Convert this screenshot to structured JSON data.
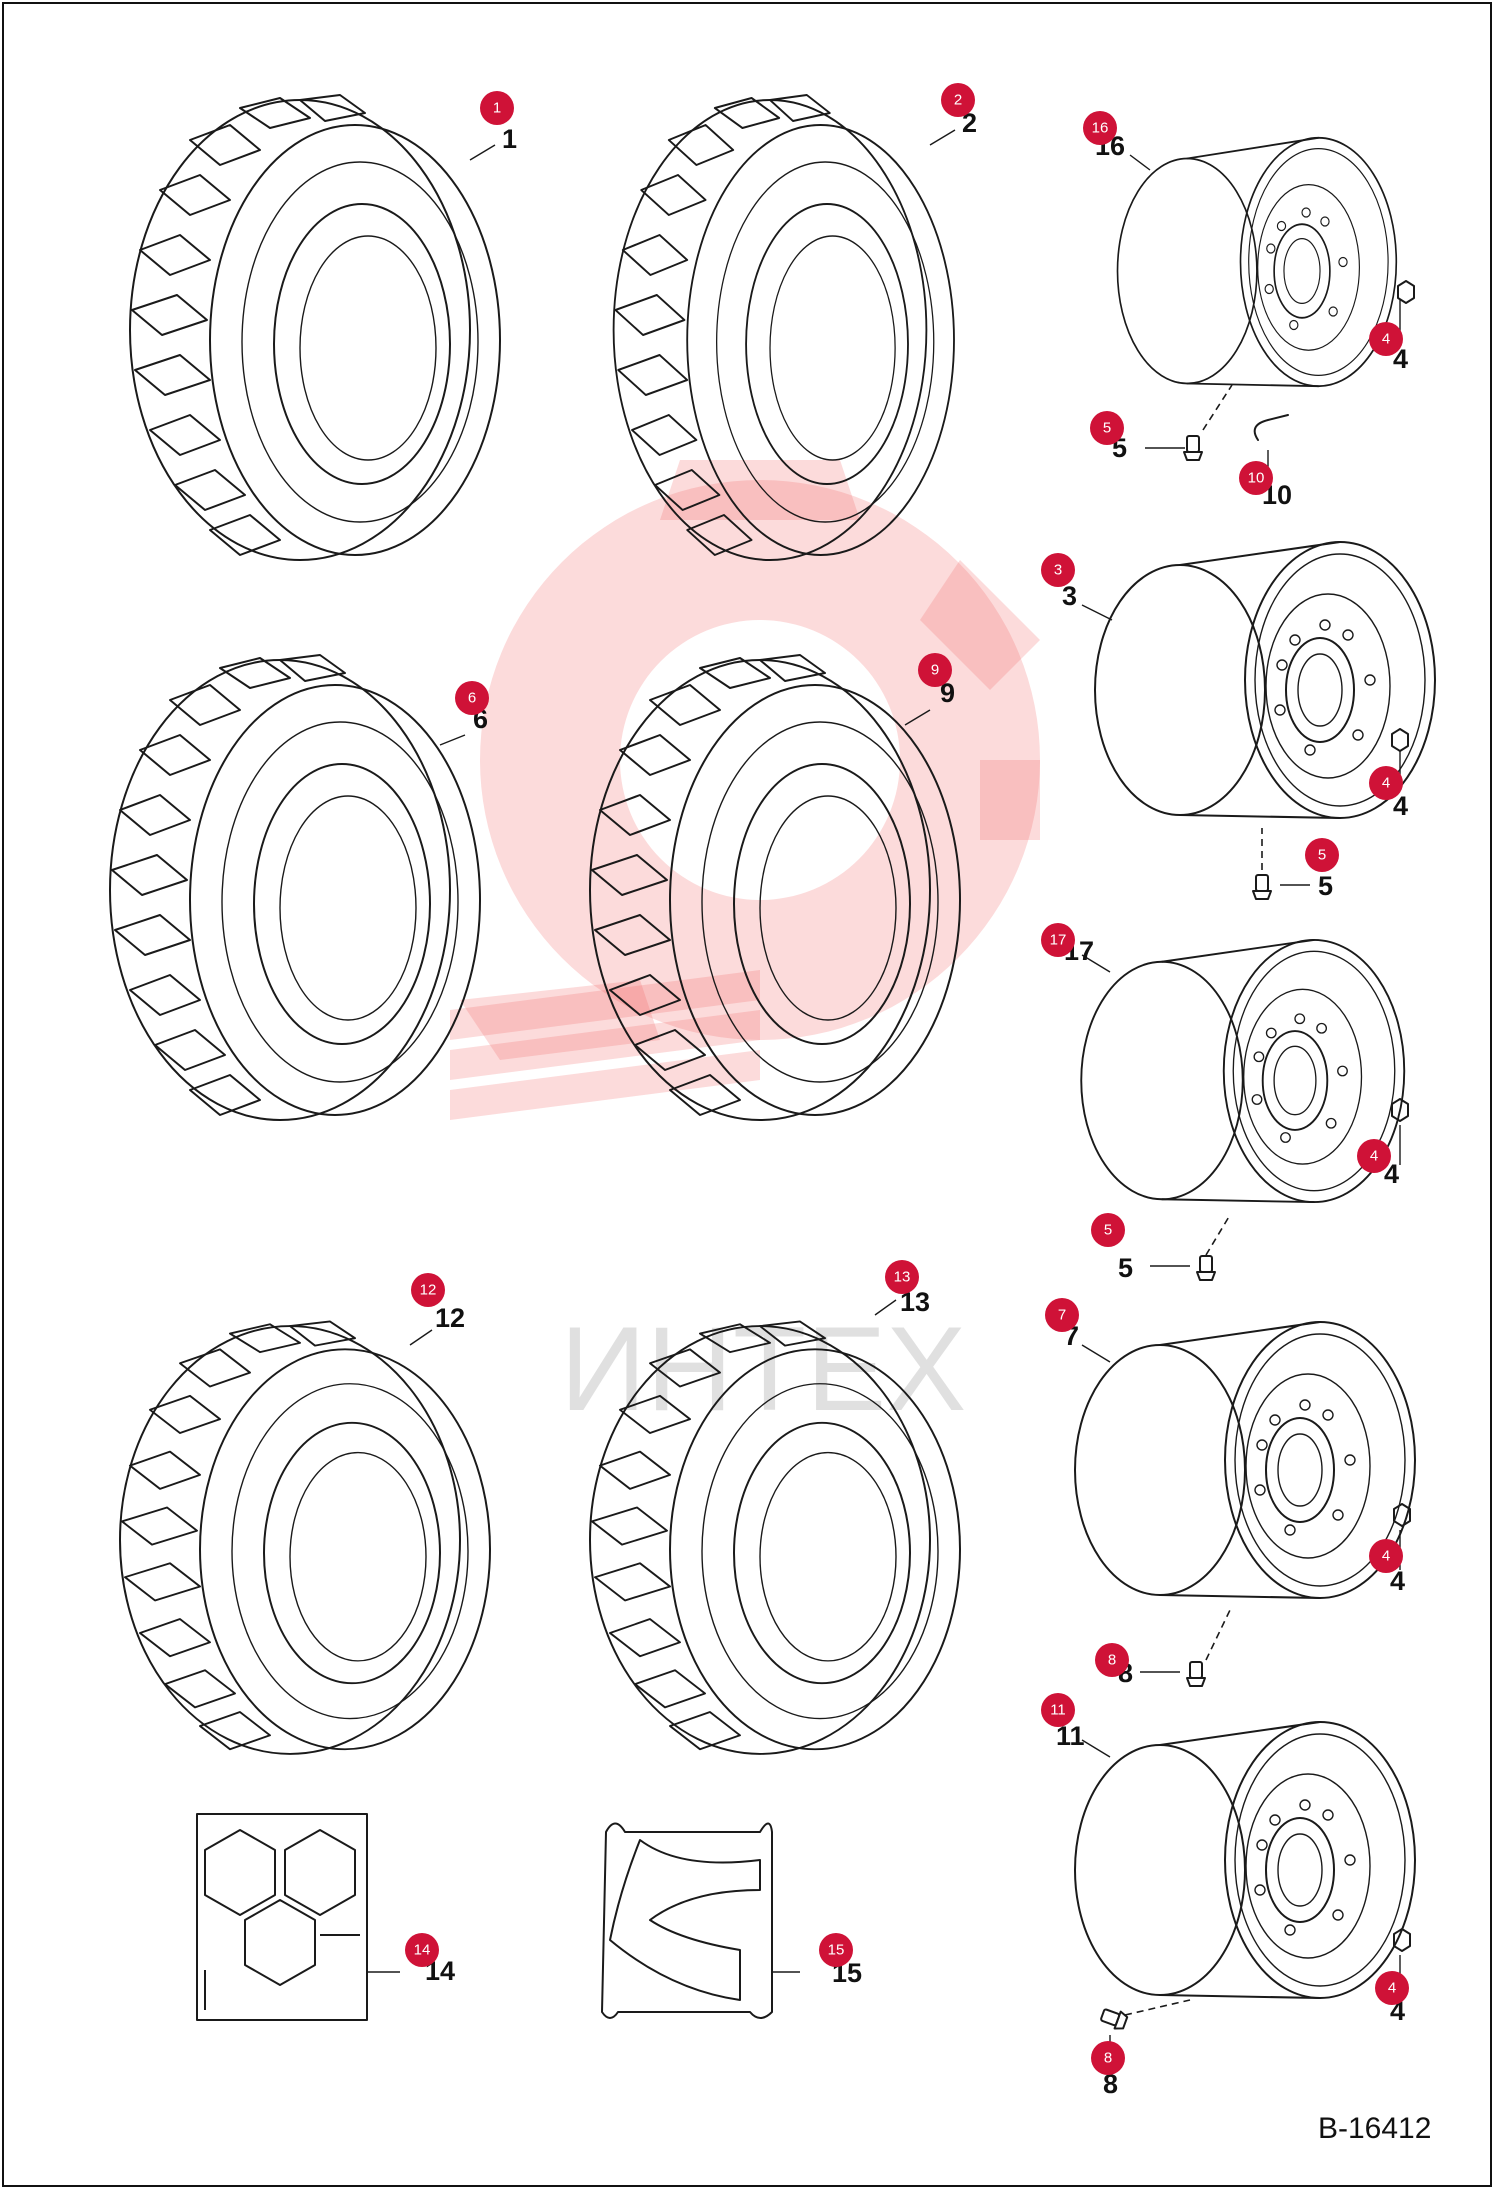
{
  "drawing_ref": "B-16412",
  "watermark_text": "ИНТЕХ",
  "colors": {
    "badge": "#cf1237",
    "line": "#1a1a1a",
    "watermark": "#f25a5a"
  },
  "callouts": [
    {
      "id": "1",
      "label": "1"
    },
    {
      "id": "2",
      "label": "2"
    },
    {
      "id": "16",
      "label": "16"
    },
    {
      "id": "4a",
      "label": "4"
    },
    {
      "id": "5a",
      "label": "5"
    },
    {
      "id": "10",
      "label": "10"
    },
    {
      "id": "3",
      "label": "3"
    },
    {
      "id": "4b",
      "label": "4"
    },
    {
      "id": "5b",
      "label": "5"
    },
    {
      "id": "6",
      "label": "6"
    },
    {
      "id": "9",
      "label": "9"
    },
    {
      "id": "17",
      "label": "17"
    },
    {
      "id": "4c",
      "label": "4"
    },
    {
      "id": "5c",
      "label": "5"
    },
    {
      "id": "12",
      "label": "12"
    },
    {
      "id": "13",
      "label": "13"
    },
    {
      "id": "7",
      "label": "7"
    },
    {
      "id": "4d",
      "label": "4"
    },
    {
      "id": "8a",
      "label": "8"
    },
    {
      "id": "11",
      "label": "11"
    },
    {
      "id": "4e",
      "label": "4"
    },
    {
      "id": "8b",
      "label": "8"
    },
    {
      "id": "14",
      "label": "14"
    },
    {
      "id": "15",
      "label": "15"
    }
  ]
}
